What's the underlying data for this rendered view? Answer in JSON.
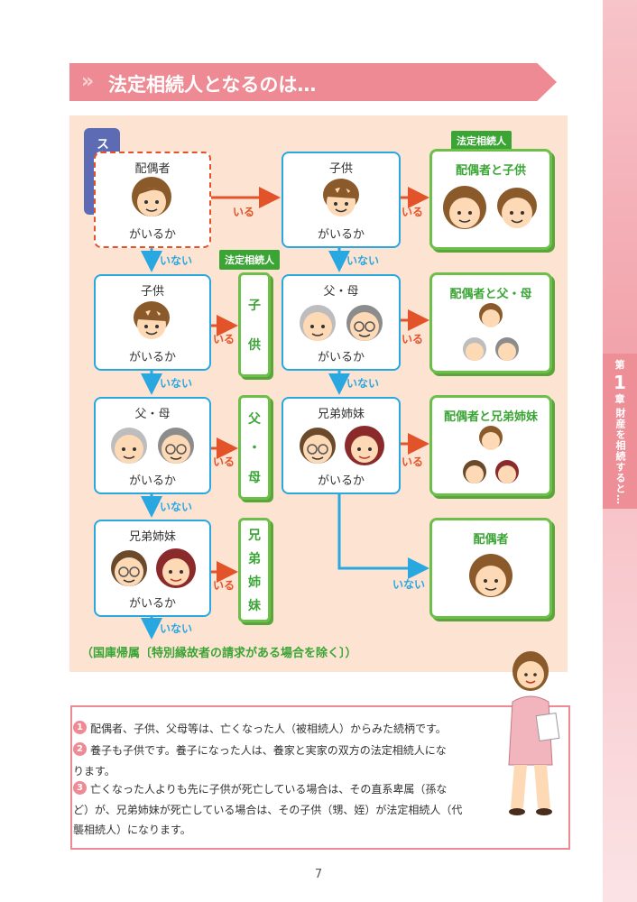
{
  "header": {
    "chevron": "»",
    "title": "法定相続人となるのは…"
  },
  "side_tab": {
    "chapter_word_top": "第",
    "chapter_number": "1",
    "chapter_word_bottom": "章",
    "chapter_title": "財産を相続すると…"
  },
  "start_label": "スタート➡",
  "labels": {
    "iru": "いる",
    "inai": "いない",
    "heir_tag": "法定相続人"
  },
  "questions": {
    "spouse": {
      "title": "配偶者",
      "foot": "がいるか"
    },
    "child_top": {
      "title": "子供",
      "foot": "がいるか"
    },
    "child_left": {
      "title": "子供",
      "foot": "がいるか"
    },
    "parents_mid": {
      "title": "父・母",
      "foot": "がいるか"
    },
    "parents_left": {
      "title": "父・母",
      "foot": "がいるか"
    },
    "siblings_mid": {
      "title": "兄弟姉妹",
      "foot": "がいるか"
    },
    "siblings_left": {
      "title": "兄弟姉妹",
      "foot": "がいるか"
    }
  },
  "results": {
    "r1": "配偶者と子供",
    "r2": "配偶者と父・母",
    "r3": "配偶者と兄弟姉妹",
    "r4": "配偶者"
  },
  "heirs": {
    "h1": [
      "子",
      "供"
    ],
    "h2": [
      "父",
      "・",
      "母"
    ],
    "h3": [
      "兄",
      "弟",
      "姉",
      "妹"
    ]
  },
  "escheat": "（国庫帰属〔特別縁故者の請求がある場合を除く〕）",
  "notes": [
    {
      "num": "1",
      "line1": "配偶者、子供、父母等は、亡くなった人（被相続人）からみた続柄です。"
    },
    {
      "num": "2",
      "line1": "養子も子供です。養子になった人は、養家と実家の双方の法定相続人にな",
      "line2": "ります。"
    },
    {
      "num": "3",
      "line1": "亡くなった人よりも先に子供が死亡している場合は、その直系卑属（孫な",
      "line2": "ど）が、兄弟姉妹が死亡している場合は、その子供（甥、姪）が法定相続人（代",
      "line3": "襲相続人）になります。"
    }
  ],
  "page_number": "7",
  "colors": {
    "accent_pink": "#ee8a93",
    "green": "#3aa535",
    "blue": "#29a7e1",
    "orange": "#e2532a",
    "chart_bg": "#fde3d2",
    "start_purple": "#5d6bb5"
  }
}
